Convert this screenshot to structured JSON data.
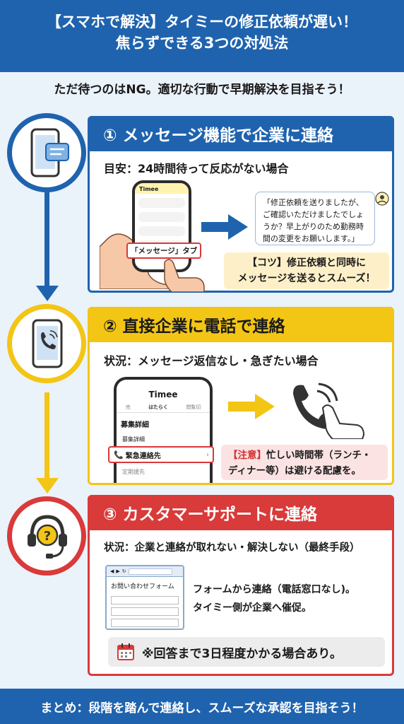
{
  "header": {
    "title_line1": "【スマホで解決】タイミーの修正依頼が遅い！",
    "title_line2": "焦らずできる3つの対処法"
  },
  "intro": "ただ待つのはNG。適切な行動で早期解決を目指そう！",
  "step1": {
    "title": "① メッセージ機能で企業に連絡",
    "subtitle": "目安：24時間待って反応がない場合",
    "app_name": "Timee",
    "tab_callout": "「メッセージ」タブ",
    "message": "「修正依頼を送りましたが、ご確認いただけましたでしょうか？早上がりのため勤務時間の変更をお願いします。」",
    "tip_line1": "【コツ】修正依頼と同時に",
    "tip_line2": "メッセージを送るとスムーズ！",
    "color": "#1f63ae"
  },
  "step2": {
    "title": "② 直接企業に電話で連絡",
    "subtitle": "状況：メッセージ返信なし・急ぎたい場合",
    "app_name": "Timee",
    "tabs": [
      "売",
      "はたらく",
      "閲覧切"
    ],
    "screen_heading": "募集詳細",
    "rows": [
      "募集詳細",
      "緊急連絡先",
      "定期援先"
    ],
    "note_label": "【注意】",
    "note_text1": "忙しい時間帯（ランチ・",
    "note_text2": "ディナー等）は避ける配慮を。",
    "color": "#f3c515"
  },
  "step3": {
    "title": "③ カスタマーサポートに連絡",
    "subtitle": "状況：企業と連絡が取れない・解決しない（最終手段）",
    "form_label": "お問い合わせフォーム",
    "desc_line1": "フォームから連絡（電話窓口なし)。",
    "desc_line2": "タイミー側が企業へ催促。",
    "notice": "※回答まで3日程度かかる場合あり。",
    "color": "#d93a3a"
  },
  "footer": "まとめ：段階を踏んで連絡し、スムーズな承認を目指そう！"
}
